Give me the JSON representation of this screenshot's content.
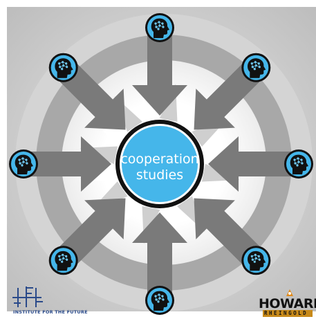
{
  "center": {
    "line1": "cooperation",
    "line2": "studies"
  },
  "logos": {
    "iftf_text": "INSTITUTE FOR THE FUTURE",
    "howard": "HOWARD",
    "rheingold": "RHEINGOLD"
  },
  "icons": {
    "head": "head-with-network-icon",
    "arrow": "inward-arrow"
  },
  "colors": {
    "center_fill": "#45b6ea",
    "arrow": "#7a7a7a",
    "ring_dark": "#a9a9a9",
    "ring_light": "#dedede",
    "head_badge": "#45b6ea"
  },
  "nodes": [
    "node-top",
    "node-top-right",
    "node-right",
    "node-bottom-right",
    "node-bottom",
    "node-bottom-left",
    "node-left",
    "node-top-left"
  ]
}
